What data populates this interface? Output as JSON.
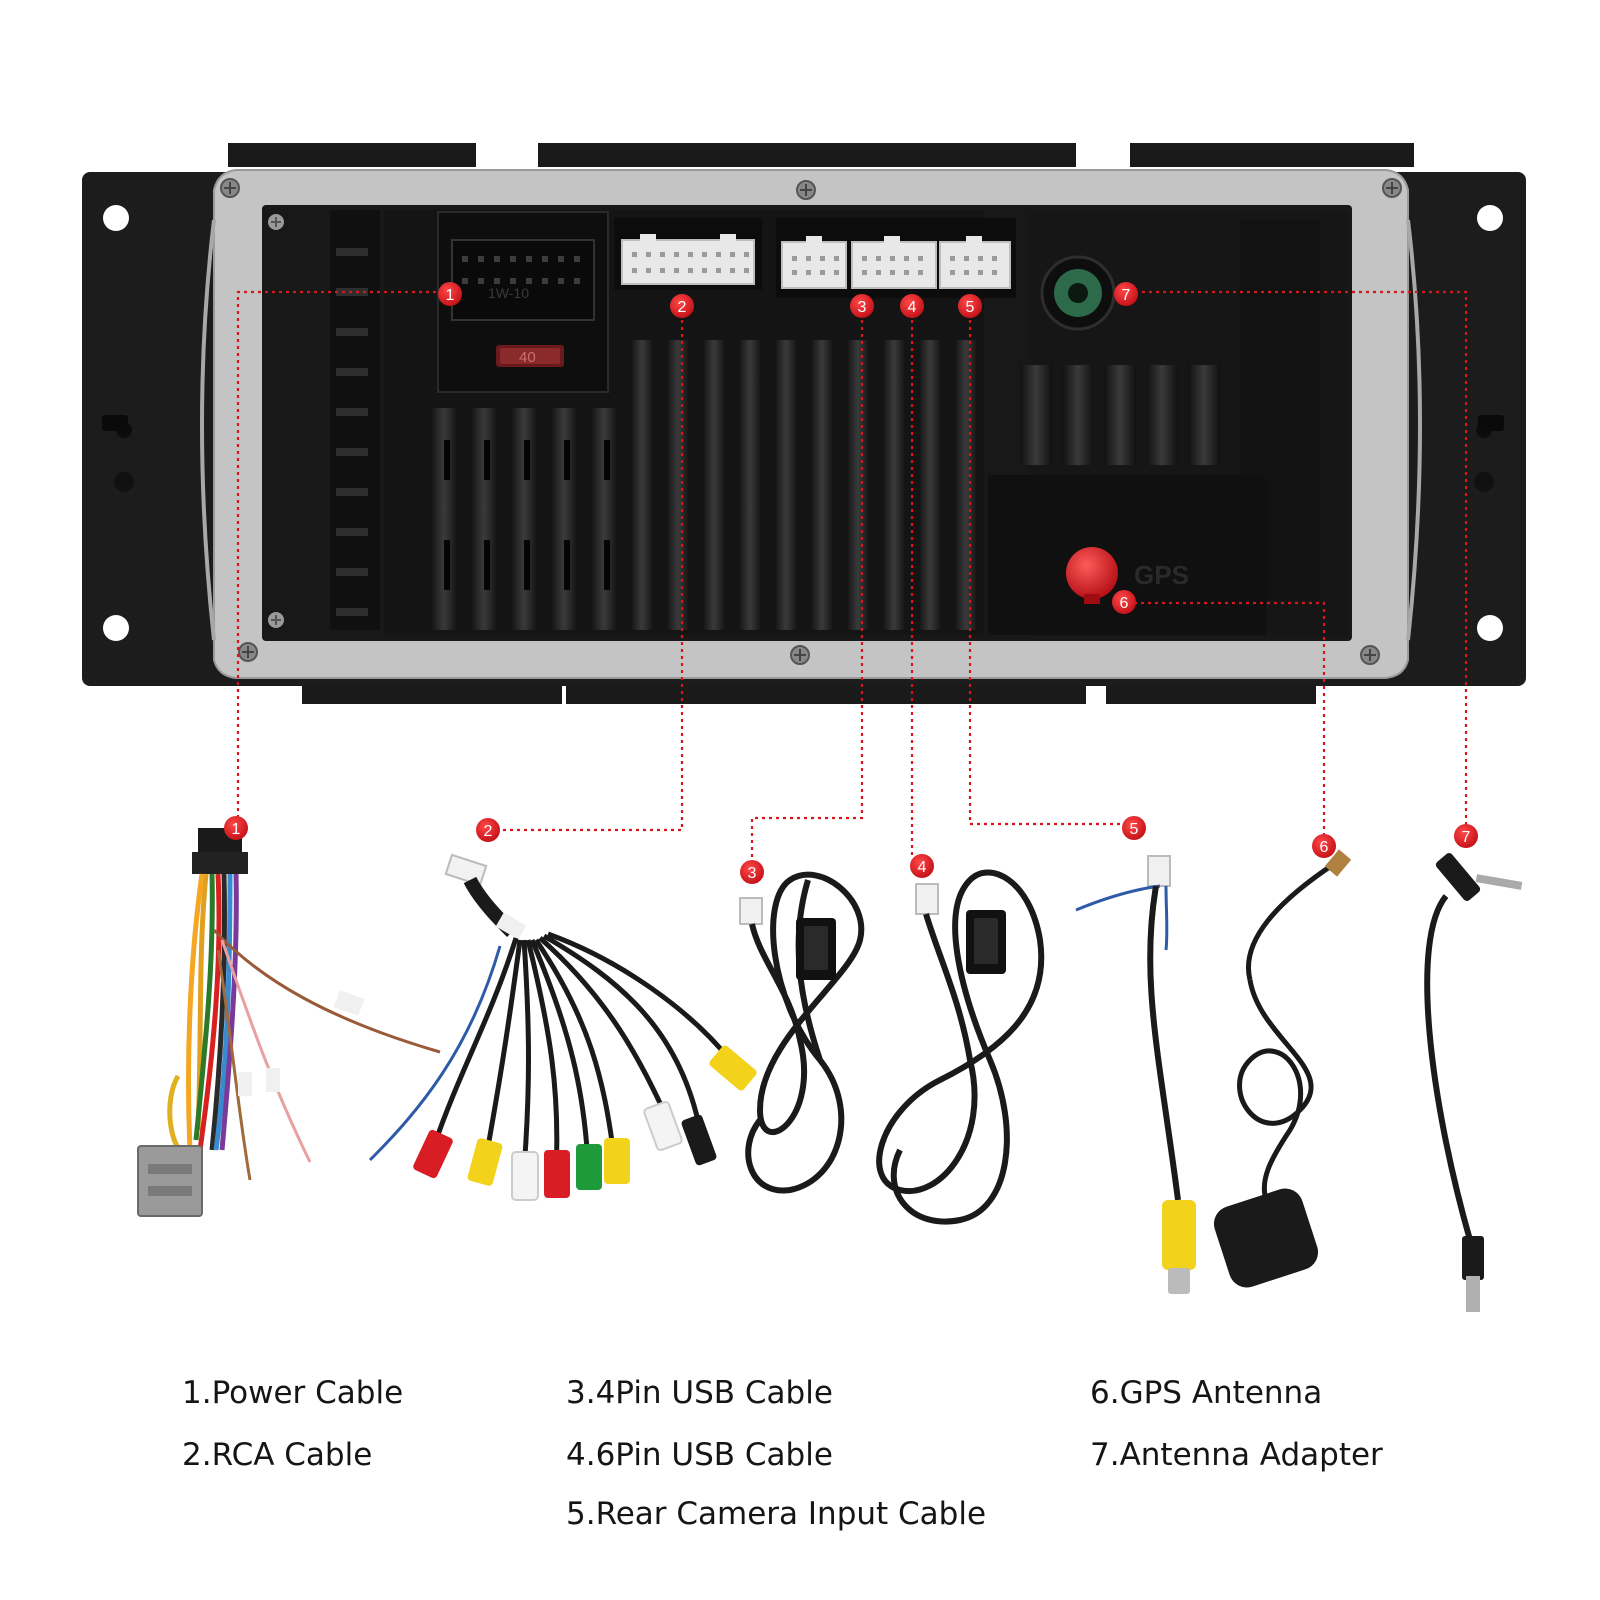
{
  "unit": {
    "fuse_label": "40",
    "harness_label": "1W-10",
    "gps_port_label": "GPS"
  },
  "port_markers": [
    "1",
    "2",
    "3",
    "4",
    "5",
    "6",
    "7"
  ],
  "cable_markers": [
    "1",
    "2",
    "3",
    "4",
    "5",
    "6",
    "7"
  ],
  "captions": [
    "1.Power Cable",
    "2.RCA Cable",
    "3.4Pin USB Cable",
    "4.6Pin USB Cable",
    "5.Rear Camera Input Cable",
    "6.GPS Antenna",
    "7.Antenna Adapter"
  ],
  "colors": {
    "marker": "#d8141c",
    "leader_line": "#d8141c",
    "housing": "#1b1b1b",
    "bracket": "#bcbcbc",
    "rca_red": "#d81e24",
    "rca_yellow": "#f2d21a",
    "rca_white": "#f4f4f4",
    "rca_green": "#1f9a3a"
  }
}
